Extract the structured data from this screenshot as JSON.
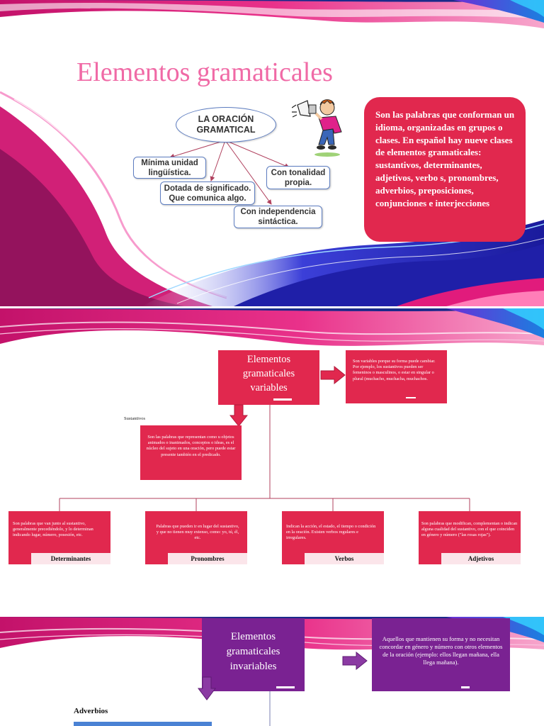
{
  "slide1": {
    "title": "Elementos gramaticales",
    "diagram": {
      "center": [
        "LA ORACIÓN",
        "GRAMATICAL"
      ],
      "box1": [
        "Mínima unidad",
        "lingüística."
      ],
      "box2": [
        "Dotada de significado.",
        "Que comunica algo."
      ],
      "box3": [
        "Con tonalidad",
        "propia."
      ],
      "box4": [
        "Con independencia",
        "sintáctica."
      ]
    },
    "info": "Son las palabras que conforman un idioma, organizadas en grupos o clases. En español hay nueve clases de elementos gramaticales: sustantivos, determinantes, adjetivos, verbo s, pronombres, adverbios, preposiciones, conjunciones e interjecciones"
  },
  "slide2": {
    "title": [
      "Elementos",
      "gramaticales",
      "variables"
    ],
    "definition": "Son variables porque su forma puede cambiar. Por ejemplo, los sustantivos pueden ser femeninos o masculinos, o estar en singular o plural (muchacho, muchacha, muchachos.",
    "sustantivos": {
      "label": "Sustantivos",
      "text": "Son las palabras que representan como u objetos animados o inanimados, conceptos o ideas, es el núcleo del sujeto en una oración, pero puede estar presente también en el predicado."
    },
    "categories": [
      {
        "label": "Determinantes",
        "text": "Son palabras que van junto al sustantivo, generalmente precediéndolo, y lo determinan indicando lugar, número, posesión, etc."
      },
      {
        "label": "Pronombres",
        "text": "Palabras que pueden ir en lugar del sustantivo, y que no tienen muy extenso, como: yo, tú, él, etc."
      },
      {
        "label": "Verbos",
        "text": "Indican la acción, el estado, el tiempo o condición en la oración. Existen verbos regulares e irregulares."
      },
      {
        "label": "Adjetivos",
        "text": "Son palabras que modifican, complementan o indican alguna cualidad del sustantivo, con el que coinciden en género y número (\"las rosas rojas\")."
      }
    ]
  },
  "slide3": {
    "title": [
      "Elementos",
      "gramaticales",
      "invariables"
    ],
    "definition": "Aquellos que mantienen su forma y no necesitan concordar en género y número con otros elementos de la oración (ejemplo: ellos llegan mañana, ella llega mañana).",
    "adverbios_label": "Adverbios"
  },
  "colors": {
    "title_pink": "#f06aa6",
    "box_red": "#e1284e",
    "box_purple": "#7a2292",
    "arrow_red": "#e1284e",
    "connector": "#b0415e",
    "diagram_border": "#5d7dc1"
  },
  "icons": {
    "megaphone": "megaphone-person-icon",
    "arrow_right": "arrow-right-icon",
    "arrow_down": "arrow-down-icon"
  }
}
